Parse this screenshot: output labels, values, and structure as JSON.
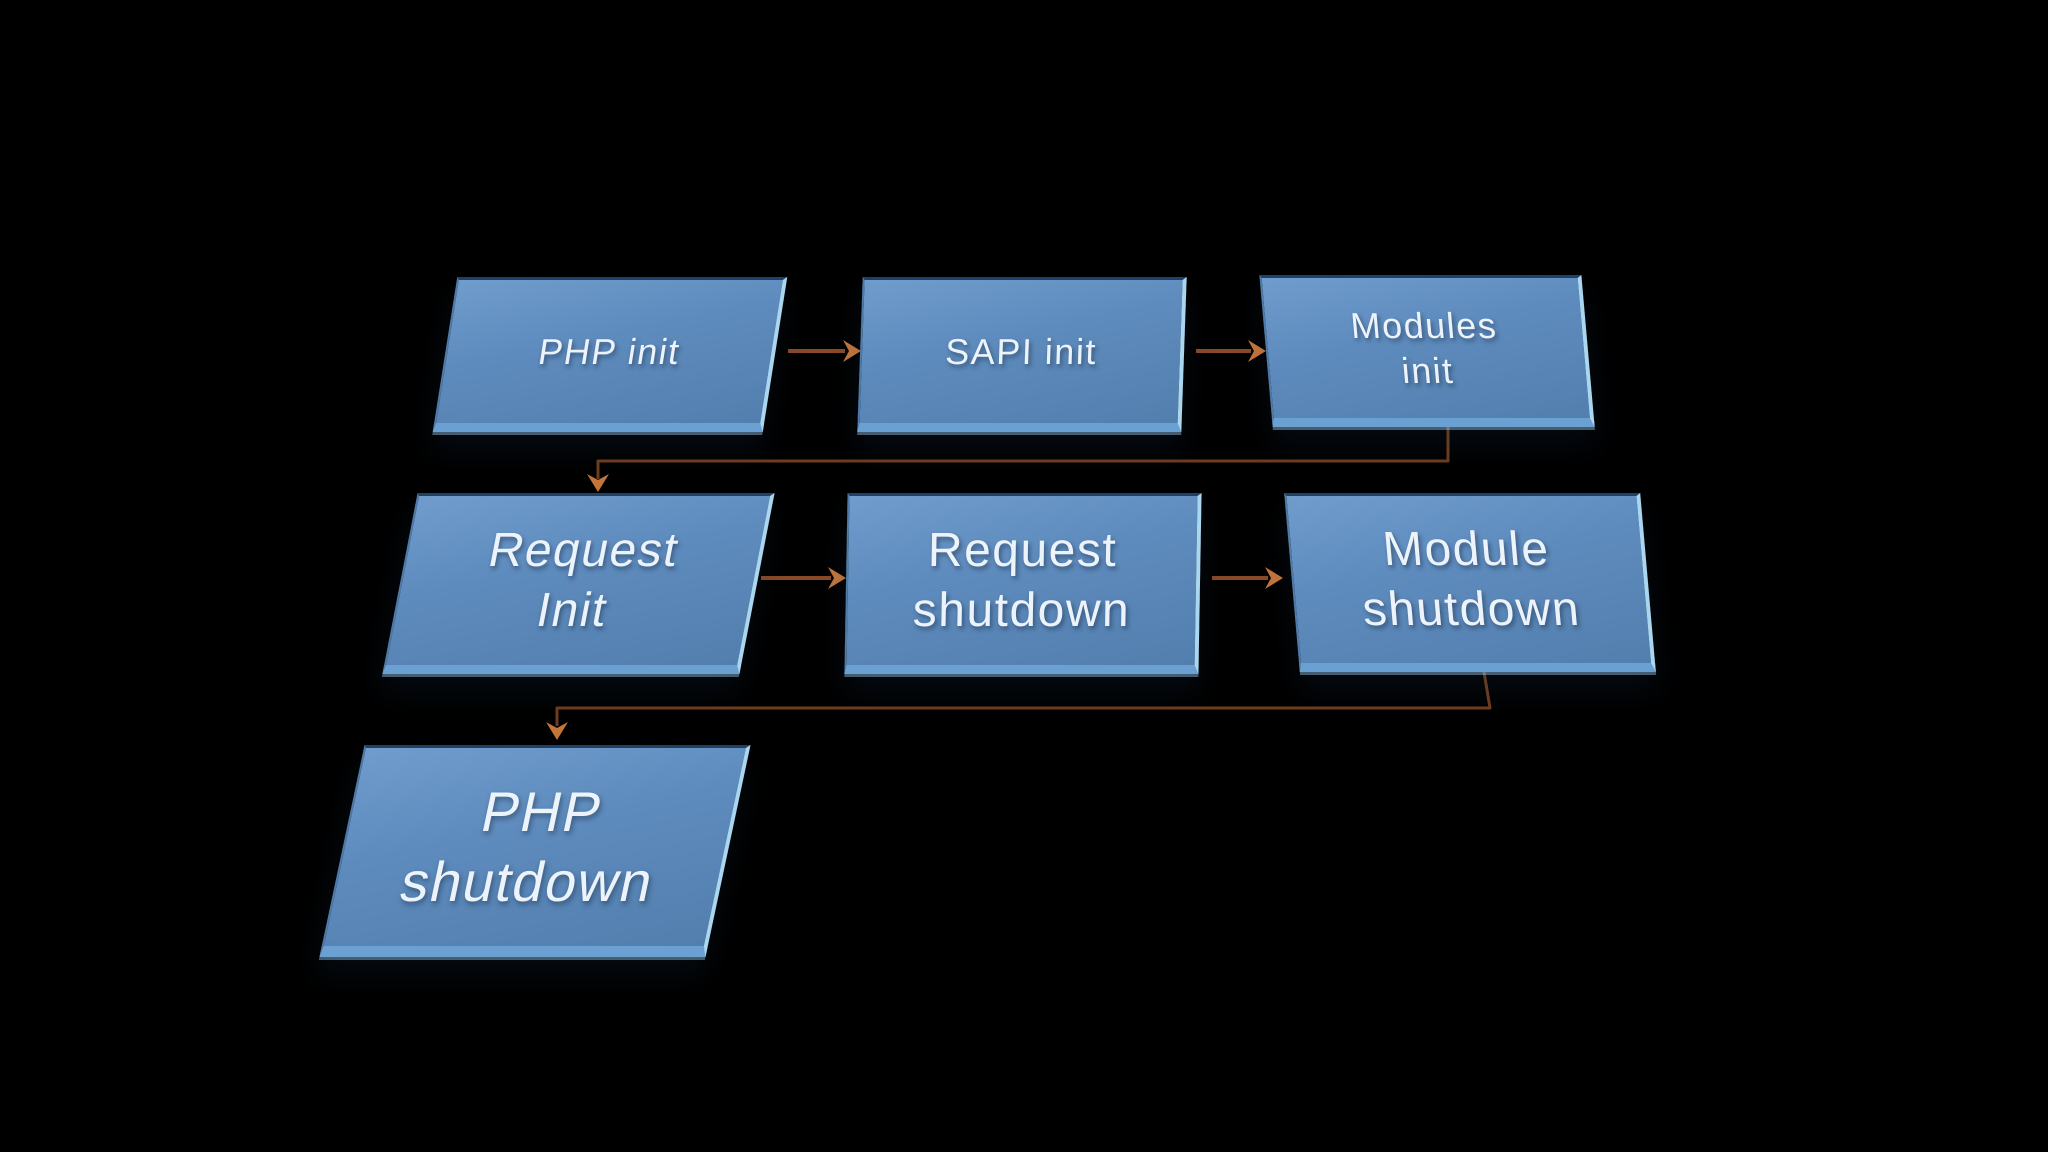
{
  "diagram": {
    "background_color": "#000000",
    "node_fill_top": "#6f9ccd",
    "node_fill_bottom": "#527fae",
    "node_top_edge_color": "#1e4166",
    "node_highlight_edge_color": "#abd6ef",
    "node_text_color": "#ecf3fb",
    "arrow_shaft_color": "#8a4a26",
    "arrowhead_color": "#c4763a",
    "nodes": [
      {
        "id": "php-init",
        "label": "PHP init",
        "row": 1
      },
      {
        "id": "sapi-init",
        "label": "SAPI init",
        "row": 1
      },
      {
        "id": "modules-init",
        "label": "Modules\ninit",
        "row": 1
      },
      {
        "id": "request-init",
        "label": "Request\nInit",
        "row": 2
      },
      {
        "id": "request-shutdown",
        "label": "Request\nshutdown",
        "row": 2
      },
      {
        "id": "module-shutdown",
        "label": "Module\nshutdown",
        "row": 2
      },
      {
        "id": "php-shutdown",
        "label": "PHP\nshutdown",
        "row": 3
      }
    ],
    "connections": [
      {
        "from": "php-init",
        "to": "sapi-init",
        "type": "straight-arrow"
      },
      {
        "from": "sapi-init",
        "to": "modules-init",
        "type": "straight-arrow"
      },
      {
        "from": "modules-init",
        "to": "request-init",
        "type": "elbow-arrow"
      },
      {
        "from": "request-init",
        "to": "request-shutdown",
        "type": "straight-arrow"
      },
      {
        "from": "request-shutdown",
        "to": "module-shutdown",
        "type": "straight-arrow"
      },
      {
        "from": "module-shutdown",
        "to": "php-shutdown",
        "type": "elbow-arrow"
      }
    ]
  }
}
